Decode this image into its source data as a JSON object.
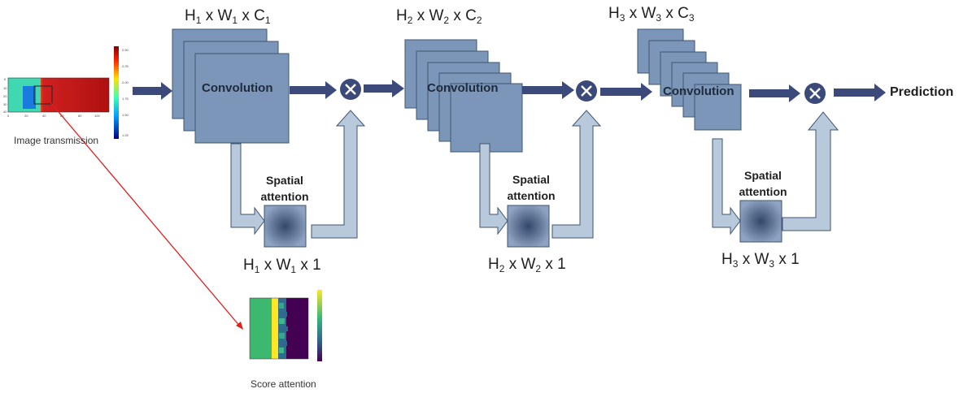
{
  "stages": [
    {
      "feature_dims": {
        "h": "H",
        "h_sub": "1",
        "w": "W",
        "w_sub": "1",
        "c": "C",
        "c_sub": "1"
      },
      "conv_label": "Convolution",
      "attention_label_line1": "Spatial",
      "attention_label_line2": "attention",
      "attention_dims": {
        "h": "H",
        "h_sub": "1",
        "w": "W",
        "w_sub": "1",
        "tail": "x 1"
      }
    },
    {
      "feature_dims": {
        "h": "H",
        "h_sub": "2",
        "w": "W",
        "w_sub": "2",
        "c": "C",
        "c_sub": "2"
      },
      "conv_label": "Convolution",
      "attention_label_line1": "Spatial",
      "attention_label_line2": "attention",
      "attention_dims": {
        "h": "H",
        "h_sub": "2",
        "w": "W",
        "w_sub": "2",
        "tail": "x 1"
      }
    },
    {
      "feature_dims": {
        "h": "H",
        "h_sub": "3",
        "w": "W",
        "w_sub": "3",
        "c": "C",
        "c_sub": "3"
      },
      "conv_label": "Convolution",
      "attention_label_line1": "Spatial",
      "attention_label_line2": "attention",
      "attention_dims": {
        "h": "H",
        "h_sub": "3",
        "w": "W",
        "w_sub": "3",
        "tail": "x 1"
      }
    }
  ],
  "input_caption": "Image transmission",
  "score_caption": "Score attention",
  "output_label": "Prediction",
  "colors": {
    "block_fill": "#7b96b8",
    "block_stroke": "#3f5571",
    "arrow_dark": "#3b4a7a",
    "arrow_light": "#b9c9dc",
    "multiply": "#3b4a7a",
    "pointer": "#e02020"
  }
}
